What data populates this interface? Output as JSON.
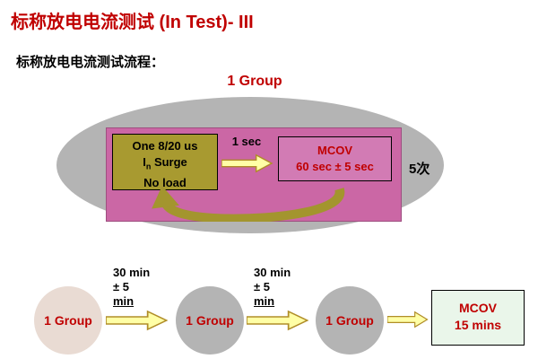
{
  "slide": {
    "title": "标称放电电流测试 (In Test)- III",
    "subtitle": "标称放电电流测试流程：",
    "top_group_label": "1 Group"
  },
  "cycle": {
    "surge_box": {
      "line1": "One 8/20 us",
      "line2_i": "I",
      "line2_sub": "n",
      "line2_rest": " Surge",
      "line3": "No load"
    },
    "arrow_label": "1 sec",
    "mcov_box": {
      "line1": "MCOV",
      "line2": "60 sec ± 5 sec"
    },
    "repeat_label": "5次"
  },
  "sequence": {
    "circles": [
      {
        "label": "1 Group"
      },
      {
        "label": "1 Group"
      },
      {
        "label": "1 Group"
      }
    ],
    "intervals": [
      {
        "line1": "30 min",
        "line2": "± 5",
        "line3": "min"
      },
      {
        "line1": "30 min",
        "line2": "± 5",
        "line3": "min"
      }
    ],
    "final_box": {
      "line1": "MCOV",
      "line2": "15 mins"
    }
  },
  "colors": {
    "title_red": "#c00000",
    "cycle_panel_pink": "#cb67a5",
    "surge_box_olive": "#a89a30",
    "mcov_box_pink": "#d27bb4",
    "ellipse_gray": "#b4b4b4",
    "circle1_beige": "#e9dbd3",
    "final_box_green": "#eaf6ea",
    "arrow_yellow": "#ffffa6",
    "arrow_outline": "#b08d28",
    "loop_arrow_olive": "#a3952e"
  }
}
